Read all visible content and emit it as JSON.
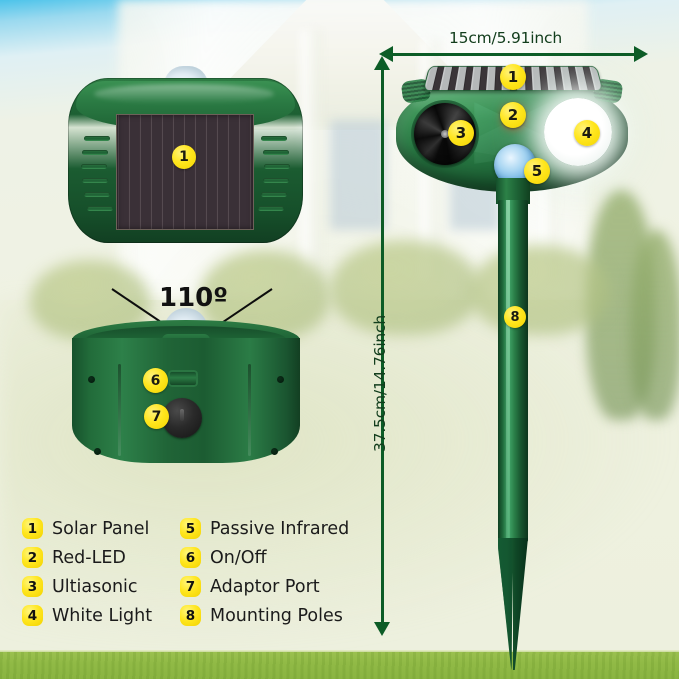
{
  "image": {
    "kind": "product-infographic",
    "product": "Solar Ultrasonic Animal Repeller"
  },
  "colors": {
    "badge_yellow": "#FFE61E",
    "body_green": "#1D6034",
    "dim_arrow_green": "#0C5C26",
    "grass_green": "#8FBA46",
    "sky_blue": "#4CC3EA",
    "led_red": "#F01B10",
    "pir_blue": "#5FA9DD"
  },
  "dimensions": {
    "width_label": "15cm/5.91inch",
    "height_label": "37.5cm/14.76inch"
  },
  "annotations": {
    "detection_angle": "110º"
  },
  "callouts": {
    "top_view": [
      {
        "number": "1",
        "part": "Solar Panel"
      }
    ],
    "back_view": [
      {
        "number": "6",
        "part": "On/Off"
      },
      {
        "number": "7",
        "part": "Adaptor Port"
      }
    ],
    "main_view": [
      {
        "number": "1",
        "part": "Solar Panel"
      },
      {
        "number": "2",
        "part": "Red-LED"
      },
      {
        "number": "3",
        "part": "Ultiasonic"
      },
      {
        "number": "4",
        "part": "White Light"
      },
      {
        "number": "5",
        "part": "Passive Infrared"
      },
      {
        "number": "8",
        "part": "Mounting Poles"
      }
    ]
  },
  "legend": {
    "column_left": [
      {
        "number": "1",
        "label": "Solar Panel"
      },
      {
        "number": "2",
        "label": "Red-LED"
      },
      {
        "number": "3",
        "label": "Ultiasonic"
      },
      {
        "number": "4",
        "label": "White Light"
      }
    ],
    "column_right": [
      {
        "number": "5",
        "label": "Passive Infrared"
      },
      {
        "number": "6",
        "label": "On/Off"
      },
      {
        "number": "7",
        "label": "Adaptor Port"
      },
      {
        "number": "8",
        "label": "Mounting Poles"
      }
    ]
  }
}
